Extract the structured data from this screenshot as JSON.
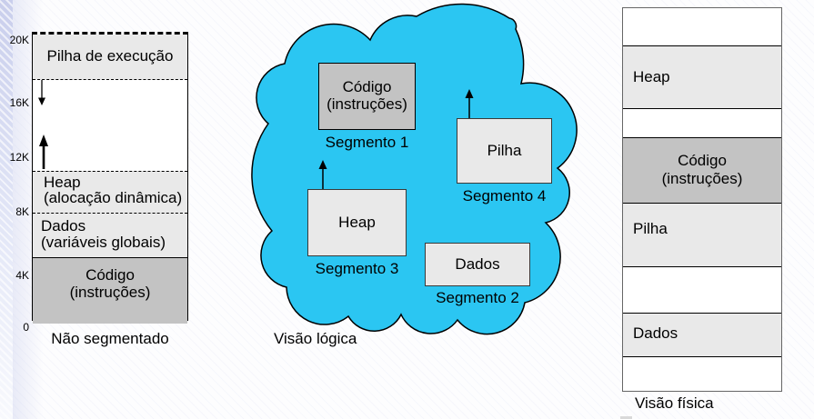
{
  "colors": {
    "cloud": "#2bc6f2",
    "light-gray": "#e9e9e9",
    "dark-gray": "#c3c3c3",
    "band": "#c9ceec"
  },
  "left_diagram": {
    "caption": "Não segmentado",
    "axis_labels": [
      "20K",
      "16K",
      "12K",
      "8K",
      "4K",
      "0"
    ],
    "stack_label": "Pilha de execução",
    "heap_label_line1": "Heap",
    "heap_label_line2": "(alocação dinâmica)",
    "data_label_line1": "Dados",
    "data_label_line2": "(variáveis globais)",
    "code_label_line1": "Código",
    "code_label_line2": "(instruções)"
  },
  "logical_view": {
    "caption": "Visão lógica",
    "segments": [
      {
        "box_line1": "Código",
        "box_line2": "(instruções)",
        "label": "Segmento 1"
      },
      {
        "box_line1": "Dados",
        "label": "Segmento 2"
      },
      {
        "box_line1": "Heap",
        "label": "Segmento 3"
      },
      {
        "box_line1": "Pilha",
        "label": "Segmento 4"
      }
    ]
  },
  "physical_view": {
    "caption": "Visão física",
    "rows": [
      {
        "label": ""
      },
      {
        "label": "Heap"
      },
      {
        "label": ""
      },
      {
        "label": "Código",
        "label2": "(instruções)"
      },
      {
        "label": "Pilha"
      },
      {
        "label": ""
      },
      {
        "label": "Dados"
      },
      {
        "label": ""
      }
    ]
  }
}
